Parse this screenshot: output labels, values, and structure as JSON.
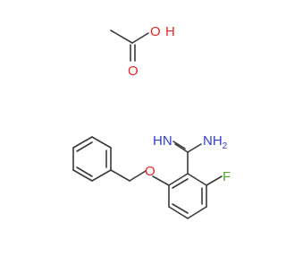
{
  "molecules": {
    "acetic_acid": {
      "atom_labels": {
        "hydroxyl_o": "O",
        "hydroxyl_h": "H",
        "carbonyl_o": "O"
      }
    },
    "amidine": {
      "atom_labels": {
        "imine_nh": "HN",
        "amine_nh2": "NH",
        "amine_subscript": "2",
        "ether_o": "O",
        "fluorine": "F"
      }
    }
  },
  "colors": {
    "bond": "#3a3a3a",
    "oxygen": "#e8251f",
    "nitrogen": "#2d3cd6",
    "fluorine": "#55a733"
  }
}
